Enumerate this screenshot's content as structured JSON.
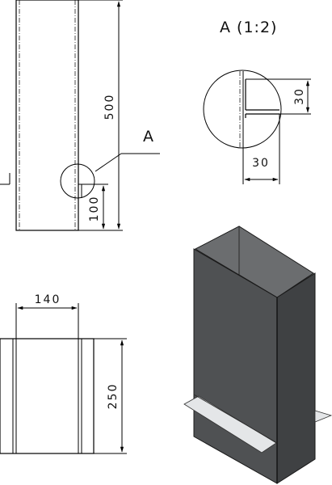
{
  "drawing": {
    "detail_marker": "A",
    "detail_title": "A (1:2)",
    "dims": {
      "height_main": "500",
      "offset_bottom": "100",
      "detail_vertical": "30",
      "detail_horizontal": "30",
      "width_top_view": "140",
      "height_top_view": "250"
    }
  },
  "colors": {
    "line": "#000000",
    "box_face": "#4f5153",
    "box_side": "#3f4143",
    "box_inner": "#6b6d6f",
    "flange": "#e4e6e8"
  }
}
